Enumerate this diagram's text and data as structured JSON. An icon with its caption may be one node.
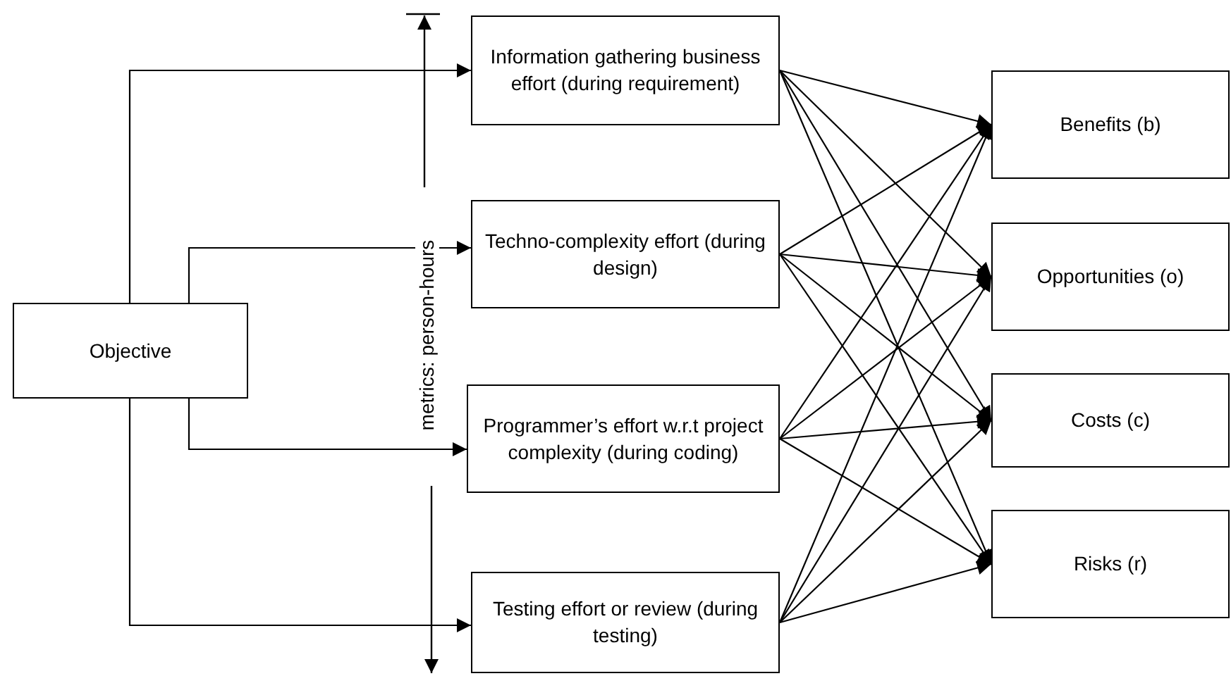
{
  "diagram": {
    "nodes": [
      {
        "text": [
          "Objective"
        ]
      },
      {
        "text": [
          "Information gathering business effort (during requirement)"
        ]
      },
      {
        "text": [
          "Techno-complexity effort (during design)"
        ]
      },
      {
        "text": [
          "Programmer’s effort w.r.t  project complexity (during coding)"
        ]
      },
      {
        "text": [
          "Testing effort or review (during testing)"
        ]
      },
      {
        "text": [
          "Benefits (b)"
        ]
      },
      {
        "text": [
          "Opportunities (o)"
        ]
      },
      {
        "text": [
          "Costs (c)"
        ]
      },
      {
        "text": [
          "Risks (r)"
        ]
      }
    ],
    "edges": [
      {
        "from": 0,
        "to": 1,
        "arrow": "to"
      },
      {
        "from": 0,
        "to": 2,
        "arrow": "to"
      },
      {
        "from": 0,
        "to": 3,
        "arrow": "to"
      },
      {
        "from": 0,
        "to": 4,
        "arrow": "to"
      },
      {
        "from": 1,
        "to": 5,
        "arrow": "to"
      },
      {
        "from": 1,
        "to": 6,
        "arrow": "to"
      },
      {
        "from": 1,
        "to": 7,
        "arrow": "to"
      },
      {
        "from": 1,
        "to": 8,
        "arrow": "to"
      },
      {
        "from": 2,
        "to": 5,
        "arrow": "to"
      },
      {
        "from": 2,
        "to": 6,
        "arrow": "to"
      },
      {
        "from": 2,
        "to": 7,
        "arrow": "to"
      },
      {
        "from": 2,
        "to": 8,
        "arrow": "to"
      },
      {
        "from": 3,
        "to": 5,
        "arrow": "to"
      },
      {
        "from": 3,
        "to": 6,
        "arrow": "to"
      },
      {
        "from": 3,
        "to": 7,
        "arrow": "to"
      },
      {
        "from": 3,
        "to": 8,
        "arrow": "to"
      },
      {
        "from": 4,
        "to": 5,
        "arrow": "to"
      },
      {
        "from": 4,
        "to": 6,
        "arrow": "to"
      },
      {
        "from": 4,
        "to": 7,
        "arrow": "to"
      },
      {
        "from": 4,
        "to": 8,
        "arrow": "to"
      }
    ],
    "labels": [
      "metrics: person-hours"
    ]
  }
}
